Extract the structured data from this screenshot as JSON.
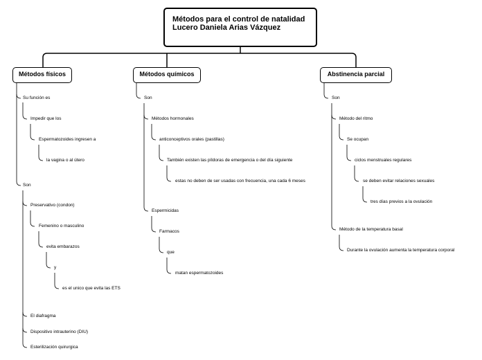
{
  "root": {
    "title": "Métodos para el control de natalidad Lucero Daniela Arias Vázquez"
  },
  "branches": {
    "fisicos": {
      "label": "Métodos físicos",
      "su_funcion": "Su función es",
      "impedir": "Impedir que los",
      "esperm": "Espermatozoides ingresen a",
      "vagina": "la vagina o al útero",
      "son": "Son",
      "preservativo": "Preservativo (condon)",
      "femenino": "Femenino o masculino",
      "evita": "evita embarazos",
      "y": "y",
      "ets": "es el unico que evita las ETS",
      "diafragma": "El diafragma",
      "diu": "Dispositivo intrauterino (DIU)",
      "esterilizacion": "Esterilización quirurgica"
    },
    "quimicos": {
      "label": "Métodos químicos",
      "son": "Son",
      "hormonales": "Métodos hormonales",
      "anticonceptivos": "anticonceptivos orales (pastillas)",
      "pildoras": "También existen las píldoras de emergencia o del día siguiente",
      "frecuencia": "estas no deben de ser usadas con frecuencia, una cada 6 meses",
      "espermicidas": "Espermicidas",
      "farmacos": "Farmacos",
      "que": "que",
      "matan": "matan espermatozoides"
    },
    "abstinencia": {
      "label": "Abstinencia parcial",
      "son": "Son",
      "ritmo": "Método del ritmo",
      "ocupan": "Se ocupan",
      "ciclos": "ciclos menstruales regulares",
      "evitar": "se deben evitar relaciones sexuales",
      "tres_dias": "tres días previos a la ovulación",
      "temperatura": "Método de la temperatura basal",
      "durante": "Durante la ovulación  aumenta la temperatura corporal"
    }
  }
}
